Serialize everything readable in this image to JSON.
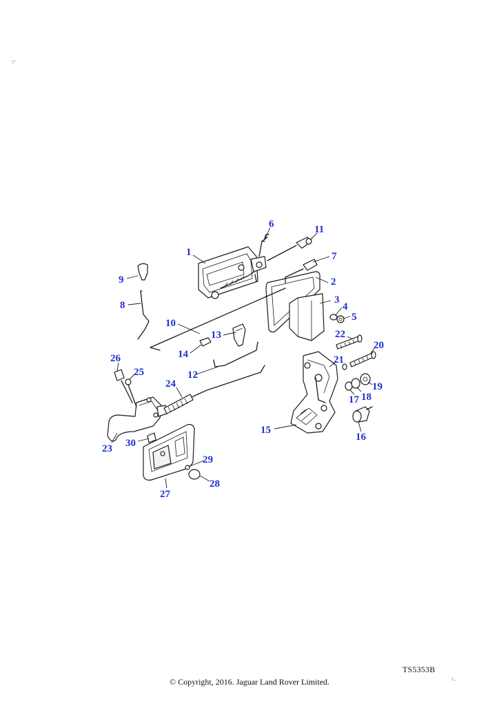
{
  "diagram": {
    "reference_code": "TS5353B",
    "copyright": "© Copyright, 2016. Jaguar Land Rover Limited.",
    "ink_color": "#1a1a1a",
    "callout_color": "#1f2fd0",
    "callouts": [
      "1",
      "2",
      "3",
      "4",
      "5",
      "6",
      "7",
      "8",
      "9",
      "10",
      "11",
      "12",
      "13",
      "14",
      "15",
      "16",
      "17",
      "18",
      "19",
      "20",
      "21",
      "22",
      "23",
      "24",
      "25",
      "26",
      "27",
      "28",
      "29",
      "30"
    ]
  }
}
